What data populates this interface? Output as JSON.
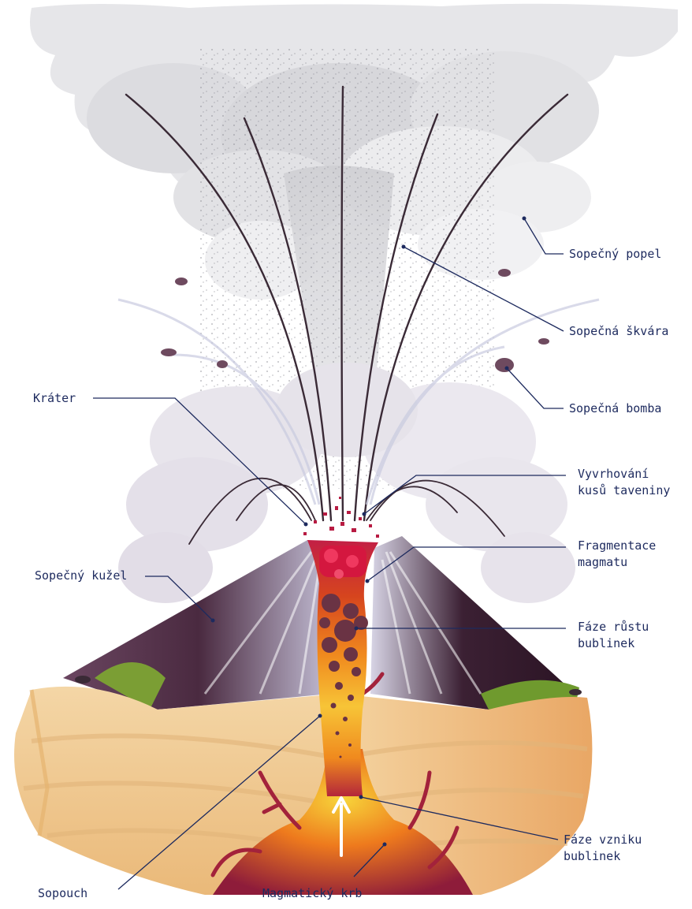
{
  "labels": {
    "sopecny_popel": "Sopečný popel",
    "sopecna_skvara": "Sopečná škvára",
    "sopecna_bomba": "Sopečná bomba",
    "krater": "Kráter",
    "vyvrhovani_1": "Vyvrhování",
    "vyvrhovani_2": "kusů taveniny",
    "fragmentace_1": "Fragmentace",
    "fragmentace_2": "magmatu",
    "sopecny_kuzel": "Sopečný kužel",
    "faze_rustu_1": "Fáze růstu",
    "faze_rustu_2": "bublinek",
    "faze_vzniku_1": "Fáze vzniku",
    "faze_vzniku_2": "bublinek",
    "sopouch": "Sopouch",
    "magmaticky_krb": "Magmatický krb"
  },
  "colors": {
    "label_text": "#1d2a5e",
    "ash_cloud": "#e4e4e6",
    "cone_dark": "#4b2a40",
    "cone_light": "#c9c6dc",
    "crust": "#f1cd98",
    "magma_hot": "#f7d43a",
    "magma_mid": "#ee7a1d",
    "magma_deep": "#9e1f35",
    "grass": "#6a9a2e"
  }
}
